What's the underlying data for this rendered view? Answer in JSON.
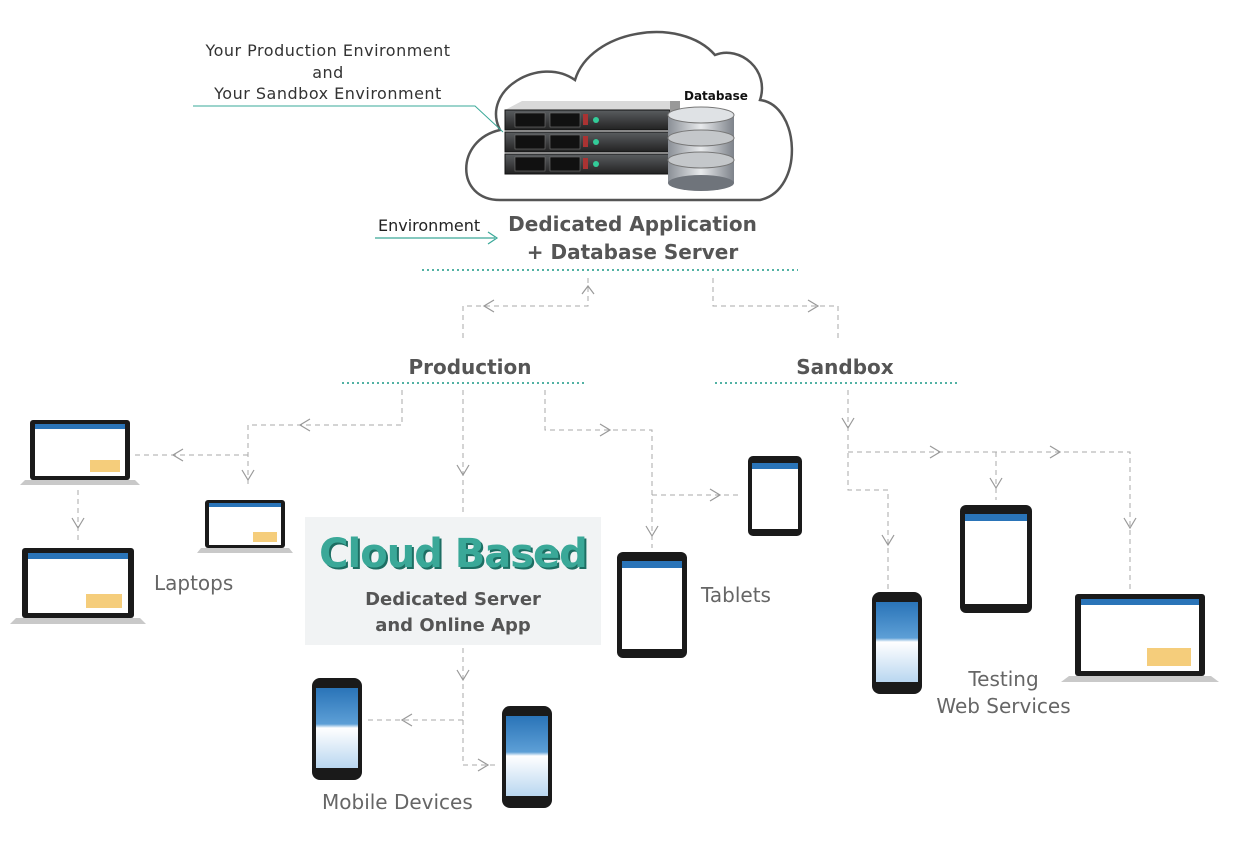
{
  "notes": {
    "env_line1": "Your Production Environment",
    "env_line2": "and",
    "env_line3": "Your Sandbox Environment",
    "database": "Database",
    "environment": "Environment"
  },
  "server": {
    "line1": "Dedicated Application",
    "line2": "+ Database Server"
  },
  "branches": {
    "production": "Production",
    "sandbox": "Sandbox"
  },
  "center": {
    "title": "Cloud Based",
    "sub1": "Dedicated Server",
    "sub2": "and Online App"
  },
  "devices": {
    "laptops": "Laptops",
    "tablets": "Tablets",
    "mobile": "Mobile Devices",
    "testing1": "Testing",
    "testing2": "Web Services"
  },
  "colors": {
    "accent": "#3aa898",
    "connector": "#aaaaaa",
    "screen_blue": "#2a74b8"
  },
  "icons": [
    "cloud-icon",
    "server-rack-icon",
    "database-icon",
    "laptop-icon",
    "tablet-icon",
    "phone-icon"
  ]
}
